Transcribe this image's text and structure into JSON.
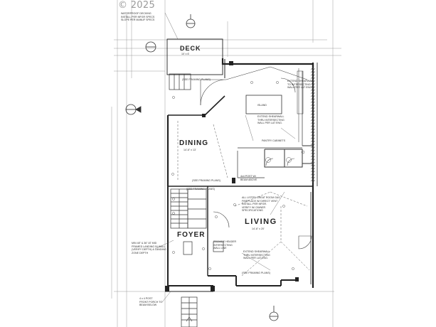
{
  "copyright": "© 2025",
  "rooms": {
    "deck": "DECK",
    "dining": "DINING",
    "foyer": "FOYER",
    "living": "LIVING"
  },
  "notes": {
    "deck_top": [
      "WATERPROOF DECKING",
      "INSTALL PER MFGR SPECS",
      "SLOPE PER MANUF SPECS"
    ],
    "deck_dim": "10' x 6'",
    "framing_plans_1": "(SEE FRAMING PLANS)",
    "framing_plans_2": "(SEE FRAMING PLANS)",
    "framing_plans_3": "(SEE FRAMING PLANS)",
    "framing_plans_4": "(SEE FRAMING PLANS)",
    "island": [
      "ISLAND"
    ],
    "shearwall_1": [
      "EXTEND SHEARWALL",
      "TO INTERSECTING",
      "WALL PER LAT ENG."
    ],
    "shearwall_2": [
      "EXTEND SHEARWALL",
      "THRU INTERSECTING",
      "WALL PER LAT ENG."
    ],
    "shearwall_3": [
      "EXTEND SHEARWALL",
      "THRU INTERSECTING",
      "WALL PER LAT ENG."
    ],
    "pantry": "PANTRY CABINETS",
    "post": [
      "4x4 POST W/",
      "BEAM ABOVE"
    ],
    "dining_dim": "14'-6\" x 13'",
    "living_dim": "14'-6\" x 20'",
    "landing": [
      "MIN 48\" & 36\" AT MID",
      "FRAMED LANDING IN WALL",
      "(VERIFY DEPTH) & LANDING",
      "ZONE DEPTH"
    ],
    "front_porch": [
      "4 x 4 POST",
      "FRONT PORCH TO",
      "BEAM BELOW"
    ],
    "fireplace": [
      "ALL LISTED GREAT ROOM GAS",
      "FIREPLACE W/ DIRECT VENT",
      "INSTALL PER MFGR.",
      "VERIFY W/ OWNER",
      "SPECIFICATIONS"
    ],
    "header": [
      "PROVIDE HEADER",
      "INTERSECTING",
      "WALL LINE"
    ]
  }
}
